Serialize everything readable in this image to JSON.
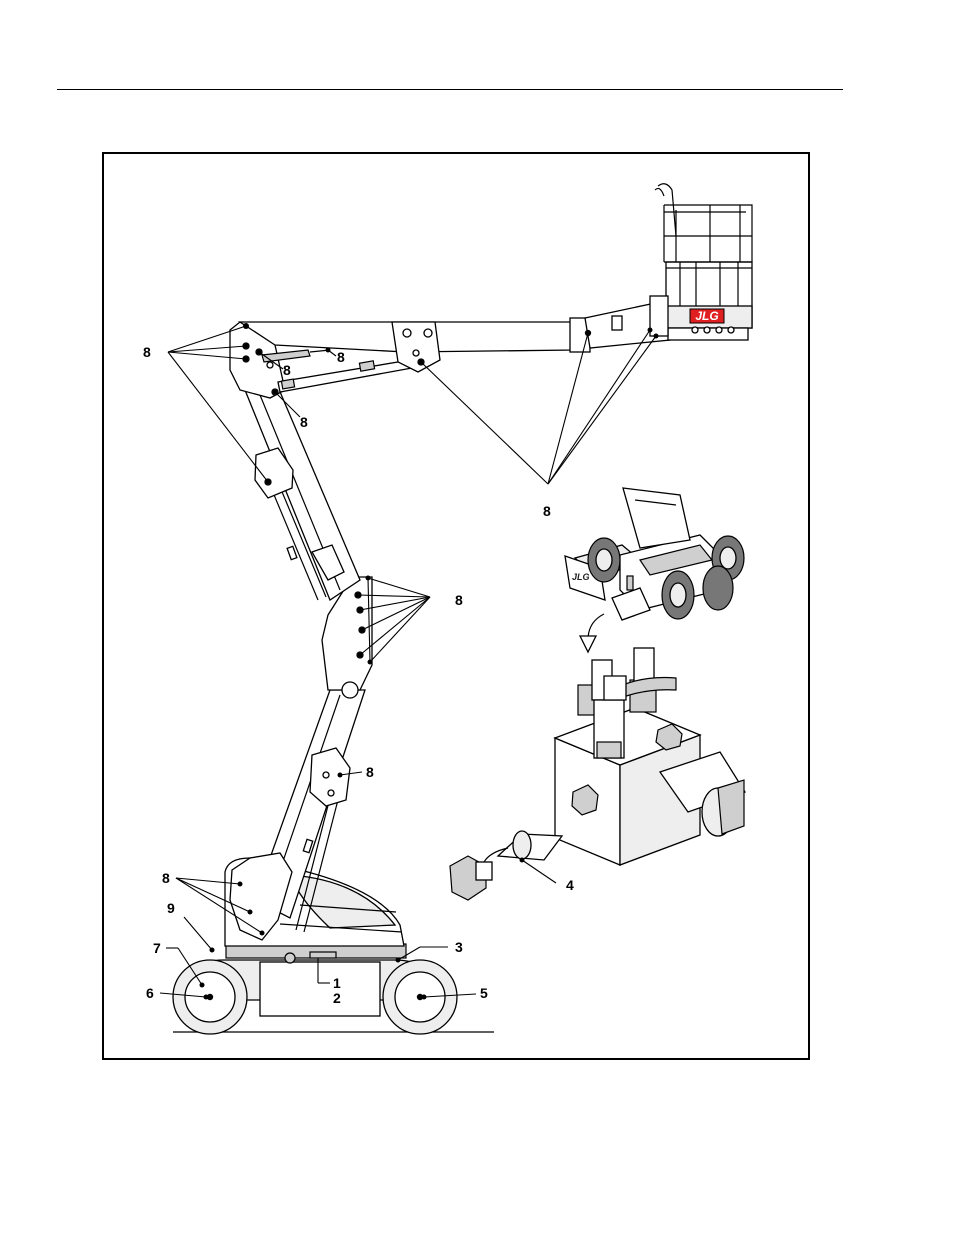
{
  "brand": {
    "logo": "JLG",
    "logo_color": "#e02020"
  },
  "callouts": {
    "c1": "1",
    "c2": "2",
    "c3": "3",
    "c4": "4",
    "c5": "5",
    "c6": "6",
    "c7": "7",
    "c8": "8",
    "c9": "9"
  }
}
